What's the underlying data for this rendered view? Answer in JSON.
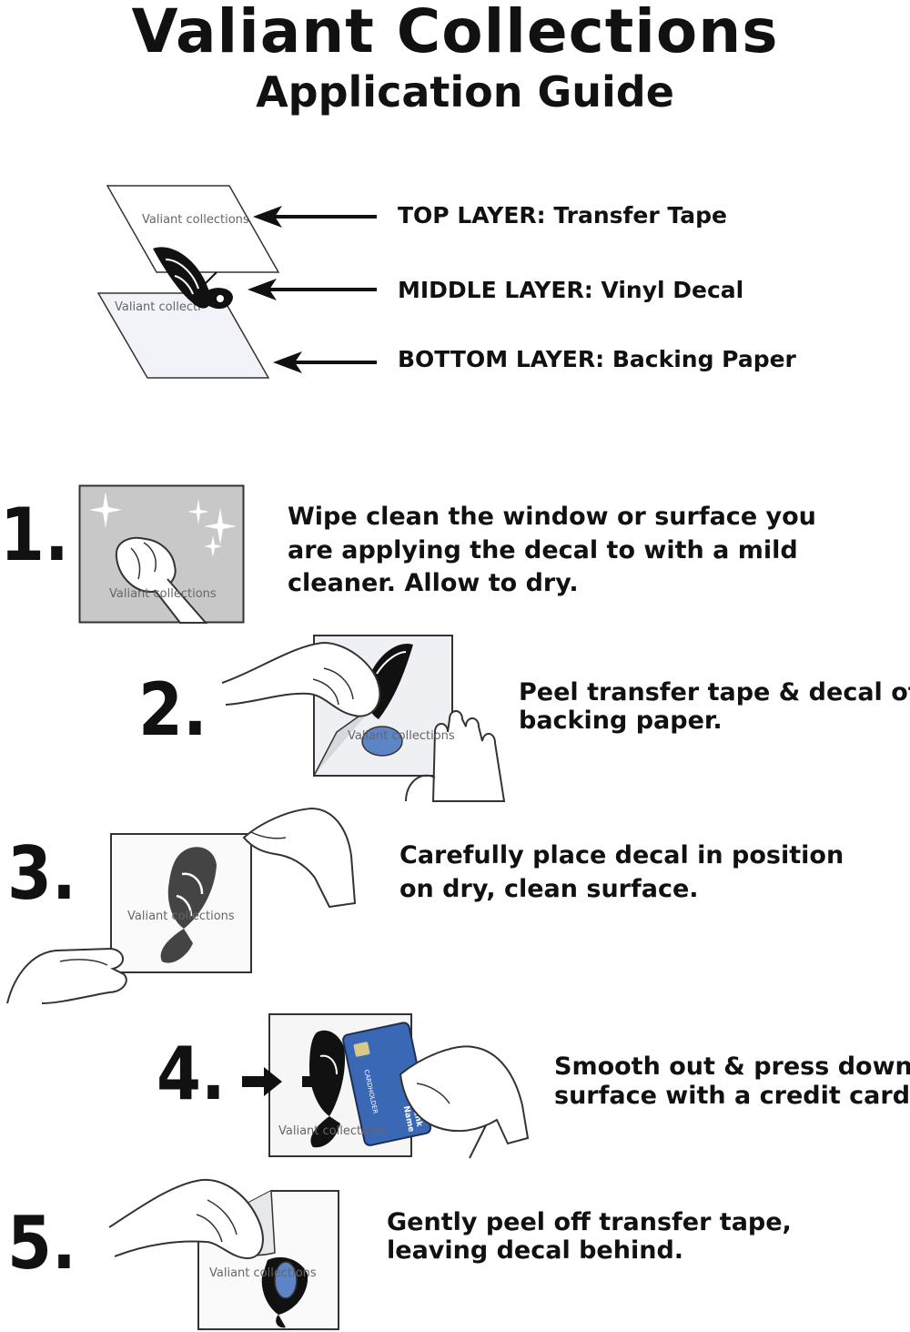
{
  "header": {
    "title": "Valiant Collections",
    "subtitle": "Application Guide"
  },
  "layers": [
    {
      "label": "TOP LAYER: Transfer Tape"
    },
    {
      "label": "MIDDLE LAYER: Vinyl Decal"
    },
    {
      "label": "BOTTOM LAYER: Backing Paper"
    }
  ],
  "watermarks": {
    "top_sheet": "Valiant collections",
    "bottom_sheet": "Valiant collecti",
    "step1": "Valiant collections",
    "step2": "Valiant collections",
    "step3": "Valiant collections",
    "step4": "Valiant collections",
    "step5": "Valiant collections"
  },
  "card": {
    "holder": "CARDHOLDER",
    "bank": "Bank",
    "name": "Name"
  },
  "steps": [
    {
      "number": "1.",
      "lines": [
        "Wipe clean the window or surface you",
        "are applying the decal to with a mild",
        "cleaner. Allow to dry."
      ]
    },
    {
      "number": "2.",
      "lines": [
        "Peel transfer tape & decal off",
        "backing paper."
      ]
    },
    {
      "number": "3.",
      "lines": [
        "Carefully place decal in position",
        "on dry, clean surface."
      ]
    },
    {
      "number": "4.",
      "lines": [
        "Smooth out & press down",
        "surface with a credit card."
      ]
    },
    {
      "number": "5.",
      "lines": [
        "Gently peel off transfer tape,",
        "leaving decal behind."
      ]
    }
  ],
  "colors": {
    "card_blue": "#3b68b5",
    "sheet_gray": "#c8c8c8",
    "ink": "#111111"
  }
}
